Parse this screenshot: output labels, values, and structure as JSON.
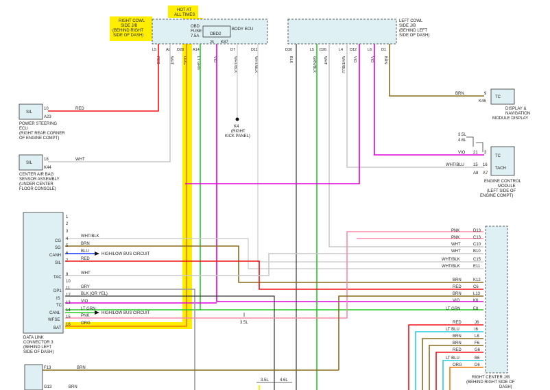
{
  "hot_at_all_times": [
    "HOT AT",
    "ALL TIMES"
  ],
  "right_cowl": [
    "RIGHT COWL",
    "SIDE J/B",
    "(BEHIND RIGHT",
    "SIDE OF DASH)"
  ],
  "fuse": [
    "OBD",
    "FUSE",
    "7.5A"
  ],
  "body_ecu": "BODY ECU",
  "obd2": "OBD2",
  "k87": "K87",
  "left_cowl": [
    "LEFT COWL",
    "SIDE J/B",
    "(BEHIND LEFT",
    "SIDE OF DASH)"
  ],
  "top_pins": [
    "L5",
    "A8",
    "D28",
    "A14",
    "25",
    "D7",
    "D11",
    "D30",
    "L5",
    "D26",
    "L4",
    "D12",
    "L6",
    "D1"
  ],
  "vertical_wire_labels": [
    "RED",
    "WHT",
    "ORG",
    "LT GRN",
    "VIO",
    "WHT/BLK",
    "WHT/BLK",
    "BLK",
    "GRN/BLK",
    "WHT",
    "WHT/BLU",
    "VIO",
    "VIO",
    "BRN"
  ],
  "power_steering": {
    "label": "SIL",
    "pin": "10",
    "conn": "A23",
    "wire": "RED",
    "name": [
      "POWER STEERING",
      "ECU",
      "(RIGHT REAR CORNER",
      "OF ENGINE COMPT)"
    ]
  },
  "airbag": {
    "label": "SIL",
    "pin": "18",
    "conn": "K44",
    "wire": "WHT",
    "name": [
      "CENTER AIR BAG",
      "SENSOR ASSEMBLY",
      "(UNDER CENTER",
      "FLOOR CONSOLE)"
    ]
  },
  "ground": {
    "conn": "K4",
    "name": [
      "(RIGHT",
      "KICK PANEL)"
    ]
  },
  "display": {
    "label": "TC",
    "pin": "9",
    "conn": "K46",
    "wire": "BRN",
    "name": [
      "DISPLAY &",
      "NAVIGATION",
      "MODULE DISPLAY"
    ]
  },
  "ecm": {
    "tc": "TC",
    "tach": "TACH",
    "eng1": "3.5L",
    "eng2": "4.6L",
    "vio": "VIO",
    "pin21": "21",
    "pin3": "3",
    "wire_wb": "WHT/BLU",
    "pin15": "15",
    "pin16": "16",
    "conn_a8": "A8",
    "conn_a7": "A7",
    "name": [
      "ENGINE CONTROL",
      "MODULE",
      "(LEFT SIDE OF",
      "ENGINE COMPT)"
    ]
  },
  "dlc": {
    "pins": [
      {
        "n": "1",
        "name": "",
        "wire": ""
      },
      {
        "n": "2",
        "name": "",
        "wire": ""
      },
      {
        "n": "3",
        "name": "",
        "wire": ""
      },
      {
        "n": "4",
        "name": "CG",
        "wire": "WHT/BLK"
      },
      {
        "n": "5",
        "name": "SG",
        "wire": "BRN"
      },
      {
        "n": "6",
        "name": "CANH",
        "wire": "BLU"
      },
      {
        "n": "7",
        "name": "SIL",
        "wire": "RED"
      },
      {
        "n": "9",
        "name": "TAC",
        "wire": "WHT"
      },
      {
        "n": "10",
        "name": "",
        "wire": ""
      },
      {
        "n": "11",
        "name": "DP1",
        "wire": "GRY"
      },
      {
        "n": "12",
        "name": "IS",
        "wire": "BLK (OR YEL)"
      },
      {
        "n": "13",
        "name": "TC",
        "wire": "VIO"
      },
      {
        "n": "14",
        "name": "CANL",
        "wire": "LT GRN"
      },
      {
        "n": "15",
        "name": "WFSE",
        "wire": "PNK"
      },
      {
        "n": "16",
        "name": "BAT",
        "wire": "ORG"
      }
    ],
    "bus1": "HIGH/LOW BUS CIRCUIT",
    "bus2": "HIGH/LOW BUS CIRCUIT",
    "name": [
      "DATA LINK",
      "CONNECTOR 3",
      "(BEHIND LEFT",
      "SIDE OF DASH)"
    ]
  },
  "right_jb_pins": [
    {
      "wire": "PNK",
      "pin": "D13"
    },
    {
      "wire": "PNK",
      "pin": "C13"
    },
    {
      "wire": "WHT",
      "pin": "C10"
    },
    {
      "wire": "WHT",
      "pin": "B10"
    },
    {
      "wire": "WHT/BLK",
      "pin": "C15"
    },
    {
      "wire": "WHT/BLK",
      "pin": "E11"
    },
    {
      "wire": "BRN",
      "pin": "K12"
    },
    {
      "wire": "RED",
      "pin": "C6"
    },
    {
      "wire": "BRN",
      "pin": "L13"
    },
    {
      "wire": "VIO",
      "pin": "K6"
    },
    {
      "wire": "LT GRN",
      "pin": "E8"
    },
    {
      "wire": "RED",
      "pin": "J6"
    },
    {
      "wire": "LT BLU",
      "pin": "I6"
    },
    {
      "wire": "BRN",
      "pin": "L8"
    },
    {
      "wire": "BRN",
      "pin": "F6"
    },
    {
      "wire": "RED",
      "pin": "G6"
    },
    {
      "wire": "LT BLU",
      "pin": "B6"
    },
    {
      "wire": "ORG",
      "pin": "D6"
    }
  ],
  "right_center_jb": [
    "RIGHT CENTER J/B",
    "(BEHIND RIGHT SIDE OF",
    "DASH)"
  ],
  "eng_35": "3.5L",
  "bottom_eng": [
    "3.5L",
    "4.6L"
  ],
  "bottom": {
    "f13": "F13",
    "g13": "G13",
    "brn1": "BRN",
    "brn2": "BRN"
  },
  "colors": {
    "red": "#ee1111",
    "white": "#c8c8c8",
    "orange": "#f07800",
    "ltgreen": "#22cc22",
    "violet": "#dd00dd",
    "pink": "#ff88aa",
    "brown": "#8b6a1f",
    "blue": "#1133ff",
    "ltblue": "#22ccdd",
    "black": "#333333",
    "gray": "#999999",
    "highlight": "#ffee00",
    "connector": "#dff0f4"
  }
}
